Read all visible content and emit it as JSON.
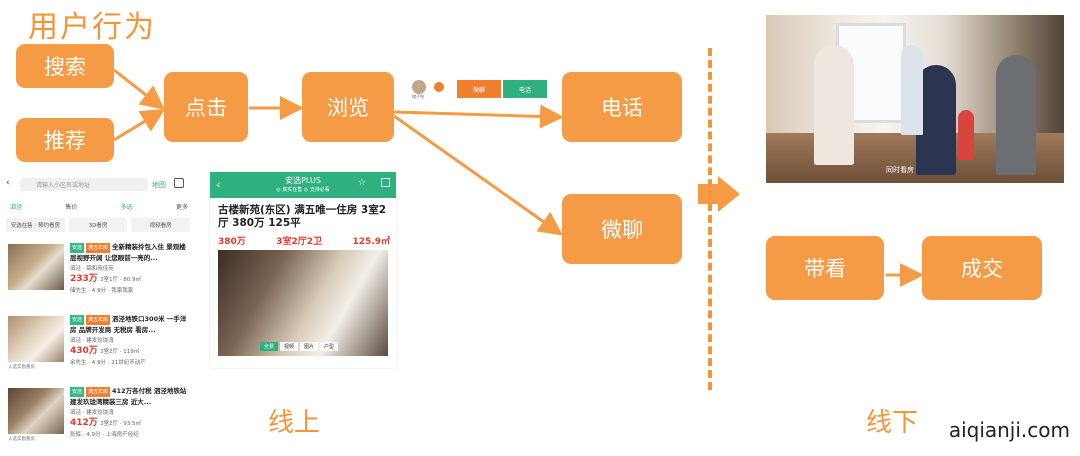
{
  "title": "用户行为",
  "boxes": {
    "search": "搜索",
    "recommend": "推荐",
    "click": "点击",
    "browse": "浏览",
    "call": "电话",
    "wechat": "微聊",
    "tour": "带看",
    "deal": "成交"
  },
  "captions": {
    "online": "线上",
    "offline": "线下"
  },
  "watermark": "aiqianji.com",
  "list_screen": {
    "search_placeholder": "请输入小区名或地址",
    "map_label": "地图",
    "filters": [
      "泗泾",
      "售价",
      "多选",
      "更多"
    ],
    "chips": [
      "安选在售 · 预约看房",
      "3D看房",
      "视频看房"
    ],
    "listings": [
      {
        "tags": [
          "安选",
          "满五年房"
        ],
        "title": "全新精装拎包入住 景观楼层视野开阔 让您眼前一亮的...",
        "area": "泗泾 · 锦和苑佳苑",
        "price": "233万",
        "layout": "3室1厅 · 80.9㎡",
        "agent": "储先生 · 4.9分 · 我家我家"
      },
      {
        "tags": [
          "安选",
          "满五年房"
        ],
        "title": "泗泾地铁口300米 一手洋房 品牌开发商 无税房 看房...",
        "area": "泗泾 · 建发玖珑湾",
        "price": "430万",
        "layout": "3室2厅 · 119㎡",
        "agent": "余先生 · 4.9分 · 21世纪不动产",
        "note": "入选实勘看房"
      },
      {
        "tags": [
          "安选",
          "满五年房"
        ],
        "title": "412万各付税 泗泾地铁站 建发玖珑湾精装三房 近大...",
        "area": "泗泾 · 建发玖珑湾",
        "price": "412万",
        "layout": "3室2厅 · 93.5㎡",
        "agent": "张辉 · 4.9分 · 上海房产经纪",
        "note": "入选实勘看房"
      }
    ]
  },
  "detail_screen": {
    "header": "安选PLUS",
    "subheader": "◎ 真实在售  ◎ 支持必看",
    "title": "古楼新苑(东区) 满五唯一住房 3室2厅 380万 125平",
    "price": "380万",
    "layout": "3室2厅2卫",
    "area": "125.9㎡",
    "tabs": [
      "全景",
      "视频",
      "图片",
      "户型"
    ]
  },
  "contact_bar": {
    "agent_label": "储子铭",
    "chat_label": "微聊",
    "call_label": "电话"
  },
  "photo_caption": "同时看房"
}
